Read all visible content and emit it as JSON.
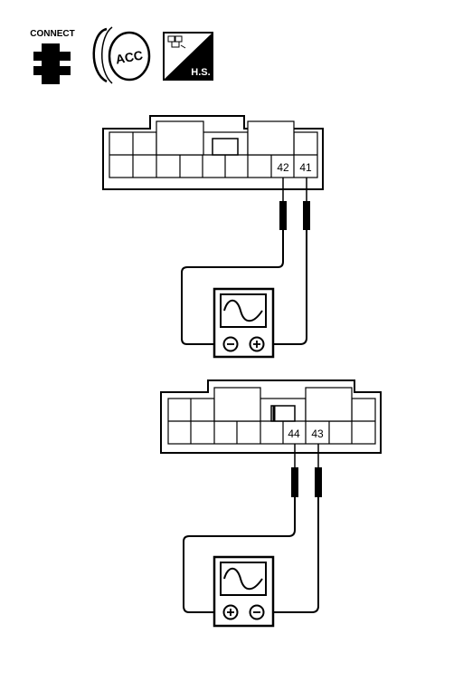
{
  "icons": {
    "connect_label": "CONNECT",
    "acc_label": "ACC",
    "hs_label": "H.S."
  },
  "connector_top": {
    "pin_left": "42",
    "pin_right": "41",
    "meter_left_terminal": "minus",
    "meter_right_terminal": "plus"
  },
  "connector_bottom": {
    "pin_left": "44",
    "pin_right": "43",
    "meter_left_terminal": "plus",
    "meter_right_terminal": "minus"
  },
  "colors": {
    "line": "#000000",
    "background": "#ffffff"
  }
}
